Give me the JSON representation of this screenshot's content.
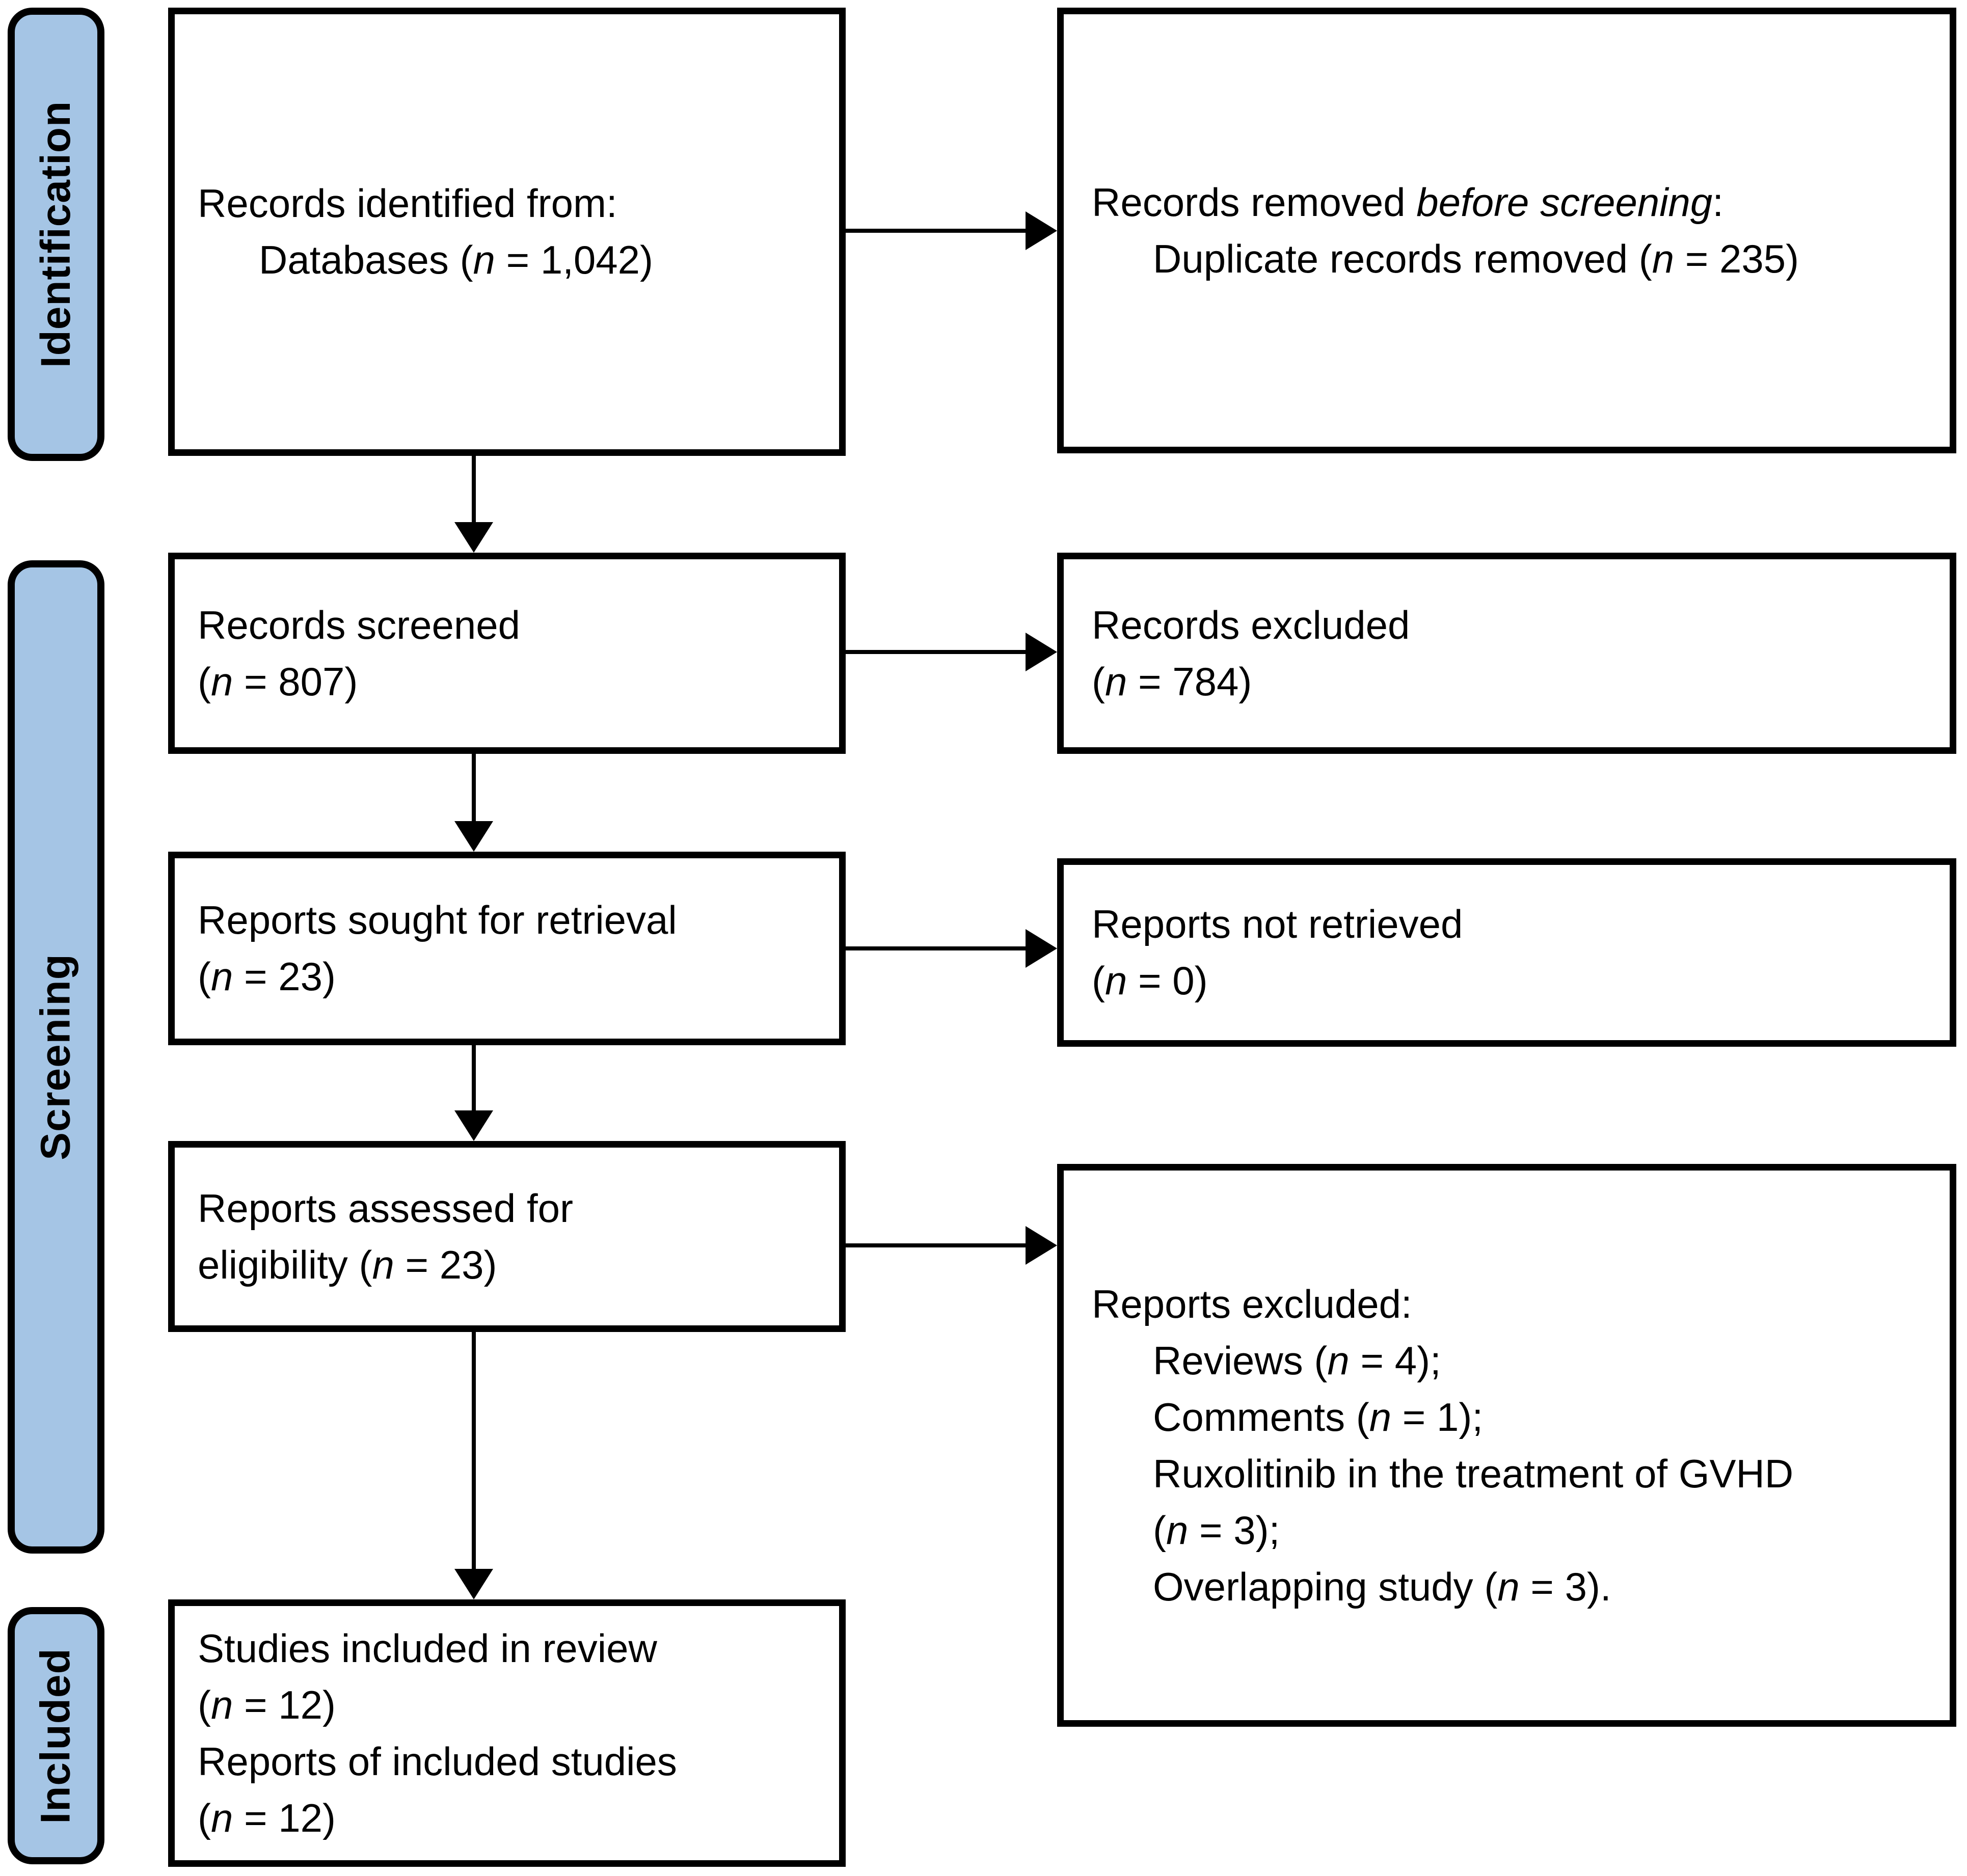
{
  "colors": {
    "sidebar_fill": "#A5C5E5",
    "box_fill": "#FFFFFF",
    "line": "#000000",
    "text": "#000000",
    "background": "#FFFFFF"
  },
  "sidebar": {
    "stages": [
      {
        "id": "identification",
        "label": "Identification"
      },
      {
        "id": "screening",
        "label": "Screening"
      },
      {
        "id": "included",
        "label": "Included"
      }
    ]
  },
  "boxes": [
    {
      "id": "records-identified",
      "lines": [
        {
          "seg": [
            {
              "t": "Records identified from:"
            }
          ]
        },
        {
          "ind": 1,
          "seg": [
            {
              "t": "Databases ("
            },
            {
              "t": "n",
              "i": 1
            },
            {
              "t": " = 1,042)"
            }
          ]
        }
      ]
    },
    {
      "id": "records-removed-before-screening",
      "lines": [
        {
          "seg": [
            {
              "t": "Records removed "
            },
            {
              "t": "before screening",
              "i": 1
            },
            {
              "t": ":"
            }
          ]
        },
        {
          "ind": 1,
          "seg": [
            {
              "t": "Duplicate records removed ("
            },
            {
              "t": "n",
              "i": 1
            },
            {
              "t": " = 235)"
            }
          ]
        }
      ]
    },
    {
      "id": "records-screened",
      "lines": [
        {
          "seg": [
            {
              "t": "Records screened"
            }
          ]
        },
        {
          "seg": [
            {
              "t": "("
            },
            {
              "t": "n",
              "i": 1
            },
            {
              "t": " = 807)"
            }
          ]
        }
      ]
    },
    {
      "id": "records-excluded",
      "lines": [
        {
          "seg": [
            {
              "t": "Records excluded"
            }
          ]
        },
        {
          "seg": [
            {
              "t": "("
            },
            {
              "t": "n",
              "i": 1
            },
            {
              "t": " = 784)"
            }
          ]
        }
      ]
    },
    {
      "id": "reports-sought-for-retrieval",
      "lines": [
        {
          "seg": [
            {
              "t": "Reports sought for retrieval"
            }
          ]
        },
        {
          "seg": [
            {
              "t": "("
            },
            {
              "t": "n",
              "i": 1
            },
            {
              "t": " = 23)"
            }
          ]
        }
      ]
    },
    {
      "id": "reports-not-retrieved",
      "lines": [
        {
          "seg": [
            {
              "t": "Reports not retrieved"
            }
          ]
        },
        {
          "seg": [
            {
              "t": "("
            },
            {
              "t": "n",
              "i": 1
            },
            {
              "t": " = 0)"
            }
          ]
        }
      ]
    },
    {
      "id": "reports-assessed-for-eligibility",
      "lines": [
        {
          "seg": [
            {
              "t": "Reports assessed for"
            }
          ]
        },
        {
          "seg": [
            {
              "t": "eligibility ("
            },
            {
              "t": "n",
              "i": 1
            },
            {
              "t": " = 23)"
            }
          ]
        }
      ]
    },
    {
      "id": "reports-excluded",
      "lines": [
        {
          "seg": [
            {
              "t": "Reports excluded:"
            }
          ]
        },
        {
          "ind": 1,
          "seg": [
            {
              "t": "Reviews ("
            },
            {
              "t": "n",
              "i": 1
            },
            {
              "t": " = 4);"
            }
          ]
        },
        {
          "ind": 1,
          "seg": [
            {
              "t": "Comments ("
            },
            {
              "t": "n",
              "i": 1
            },
            {
              "t": " = 1);"
            }
          ]
        },
        {
          "ind": 1,
          "seg": [
            {
              "t": "Ruxolitinib in the treatment of GVHD"
            }
          ]
        },
        {
          "ind": 1,
          "seg": [
            {
              "t": "("
            },
            {
              "t": "n",
              "i": 1
            },
            {
              "t": " = 3);"
            }
          ]
        },
        {
          "ind": 1,
          "seg": [
            {
              "t": "Overlapping study ("
            },
            {
              "t": "n",
              "i": 1
            },
            {
              "t": " = 3)."
            }
          ]
        }
      ]
    },
    {
      "id": "studies-included-in-review",
      "lines": [
        {
          "seg": [
            {
              "t": "Studies included in review"
            }
          ]
        },
        {
          "seg": [
            {
              "t": "("
            },
            {
              "t": "n",
              "i": 1
            },
            {
              "t": " = 12)"
            }
          ]
        },
        {
          "seg": [
            {
              "t": "Reports of included studies"
            }
          ]
        },
        {
          "seg": [
            {
              "t": "("
            },
            {
              "t": "n",
              "i": 1
            },
            {
              "t": " = 12)"
            }
          ]
        }
      ]
    }
  ]
}
